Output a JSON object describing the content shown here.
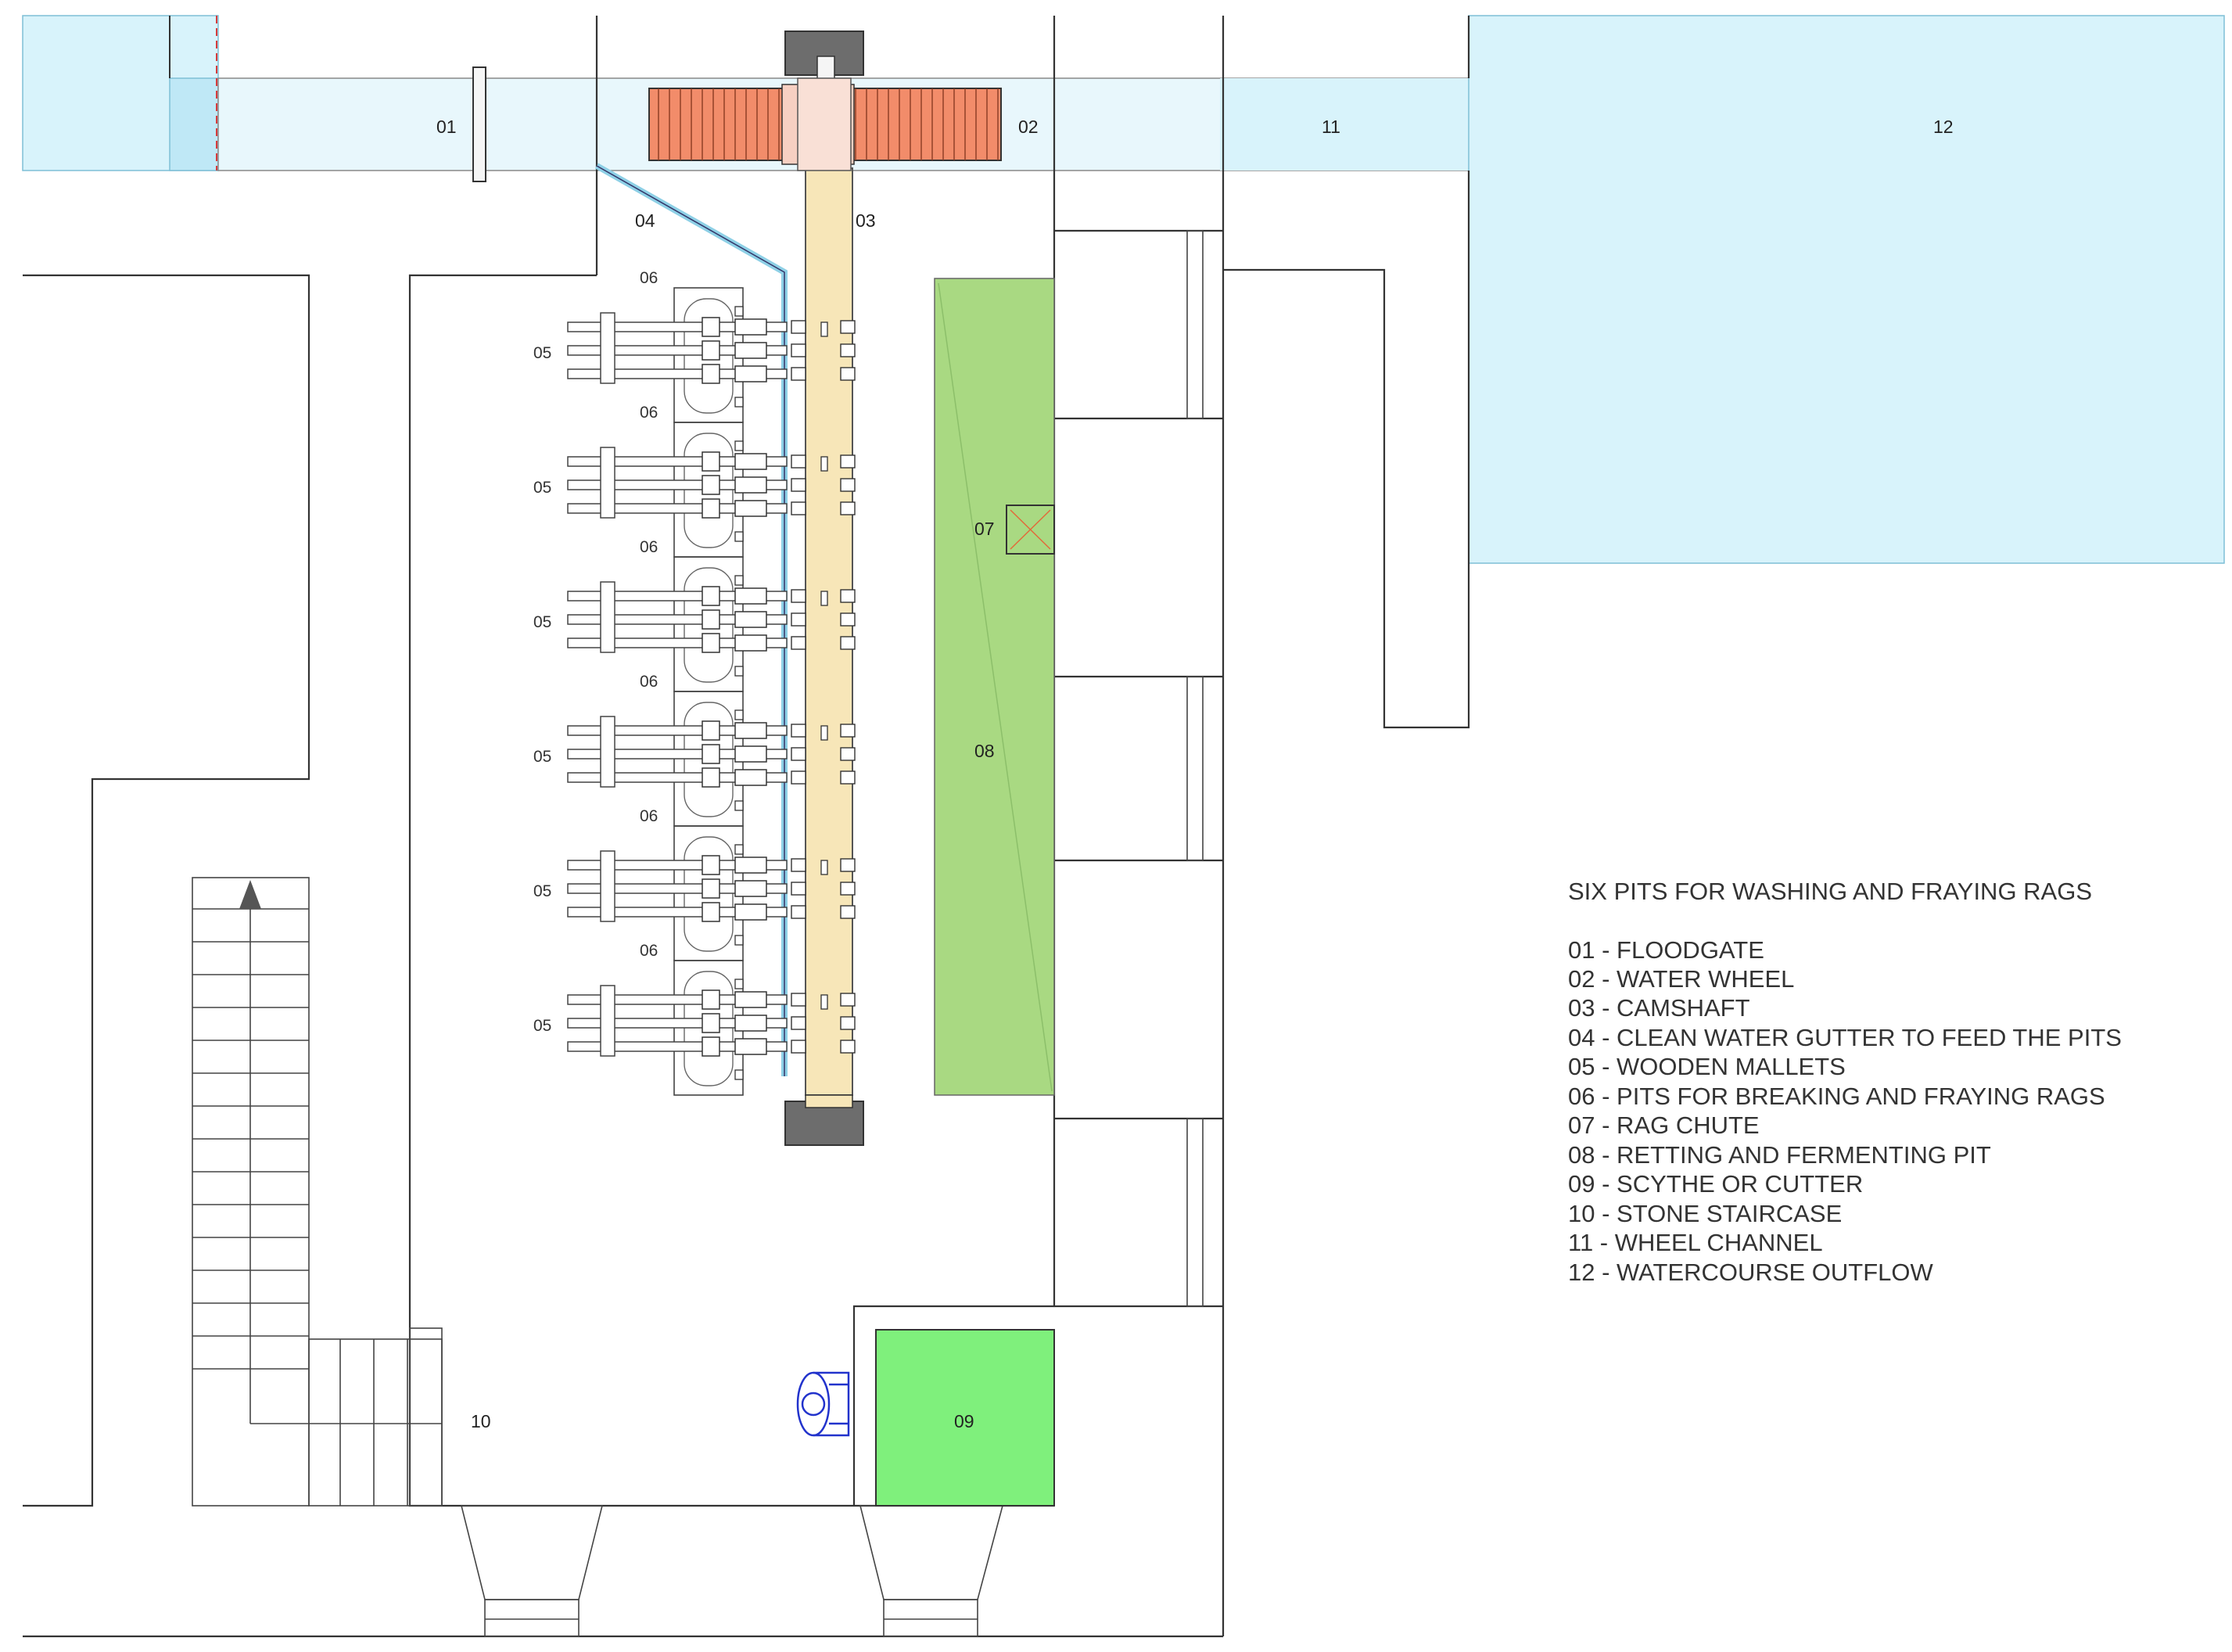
{
  "colors": {
    "water": "#d8f3fb",
    "water_dark": "#bfe8f6",
    "wheel": "#f28c6a",
    "camshaft": "#f7e6b8",
    "retting_pit": "#a9d982",
    "cutter_pit": "#7ff07c",
    "gutter": "#8ed0e6",
    "scythe": "#2233cc",
    "hub": "#6d6d6d"
  },
  "labels": {
    "floodgate": "01",
    "water_wheel": "02",
    "camshaft": "03",
    "gutter": "04",
    "mallets": "05",
    "pits": "06",
    "rag_chute": "07",
    "retting_pit": "08",
    "scythe": "09",
    "staircase": "10",
    "wheel_channel": "11",
    "outflow": "12"
  },
  "legend": {
    "title": "SIX PITS FOR WASHING AND FRAYING RAGS",
    "items": [
      "01 - FLOODGATE",
      "02 - WATER WHEEL",
      "03 - CAMSHAFT",
      "04 - CLEAN WATER GUTTER TO FEED THE PITS",
      "05 - WOODEN MALLETS",
      "06 - PITS FOR BREAKING AND FRAYING RAGS",
      "07 - RAG CHUTE",
      "08 - RETTING AND FERMENTING PIT",
      "09 - SCYTHE OR CUTTER",
      "10 - STONE STAIRCASE",
      "11 - WHEEL CHANNEL",
      "12 - WATERCOURSE OUTFLOW"
    ]
  }
}
